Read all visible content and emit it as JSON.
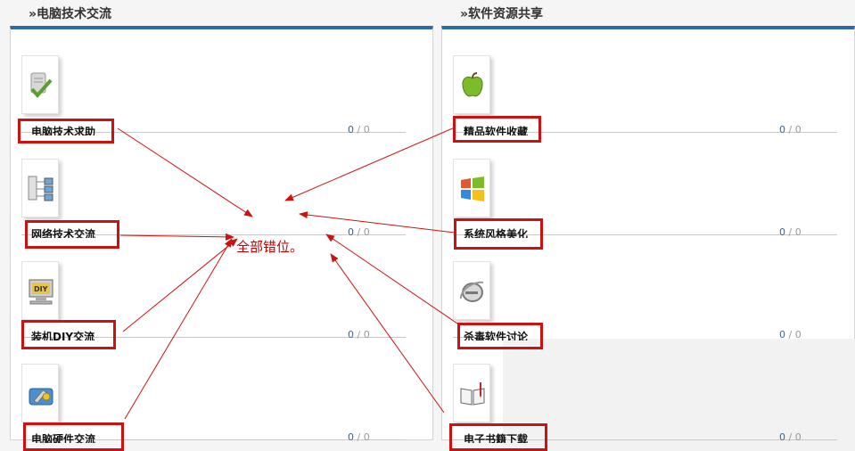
{
  "sections": [
    {
      "title": "»电脑技术交流",
      "forums": [
        {
          "name": "电脑技术求助",
          "icon": "check-doc-icon",
          "topics": "0",
          "sep": "/",
          "posts": "0"
        },
        {
          "name": "网络技术交流",
          "icon": "network-icon",
          "topics": "0",
          "sep": "/",
          "posts": "0"
        },
        {
          "name": "装机DIY交流",
          "icon": "diy-monitor-icon",
          "topics": "0",
          "sep": "/",
          "posts": "0"
        },
        {
          "name": "电脑硬件交流",
          "icon": "hardware-tools-icon",
          "topics": "0",
          "sep": "/",
          "posts": "0"
        }
      ]
    },
    {
      "title": "»软件资源共享",
      "forums": [
        {
          "name": "精品软件收藏",
          "icon": "apple-icon",
          "topics": "0",
          "sep": "/",
          "posts": "0"
        },
        {
          "name": "系统风格美化",
          "icon": "windows-logo-icon",
          "topics": "0",
          "sep": "/",
          "posts": "0"
        },
        {
          "name": "杀毒软件讨论",
          "icon": "ie-logo-icon",
          "topics": "0",
          "sep": "/",
          "posts": "0"
        },
        {
          "name": "电子书籍下载",
          "icon": "book-icon",
          "topics": "0",
          "sep": "/",
          "posts": "0"
        }
      ]
    }
  ],
  "annotation": {
    "text": "全部错位。",
    "color": "#cc1111"
  },
  "colors": {
    "accent": "#2f6aa5",
    "annotation": "#cc1111"
  }
}
